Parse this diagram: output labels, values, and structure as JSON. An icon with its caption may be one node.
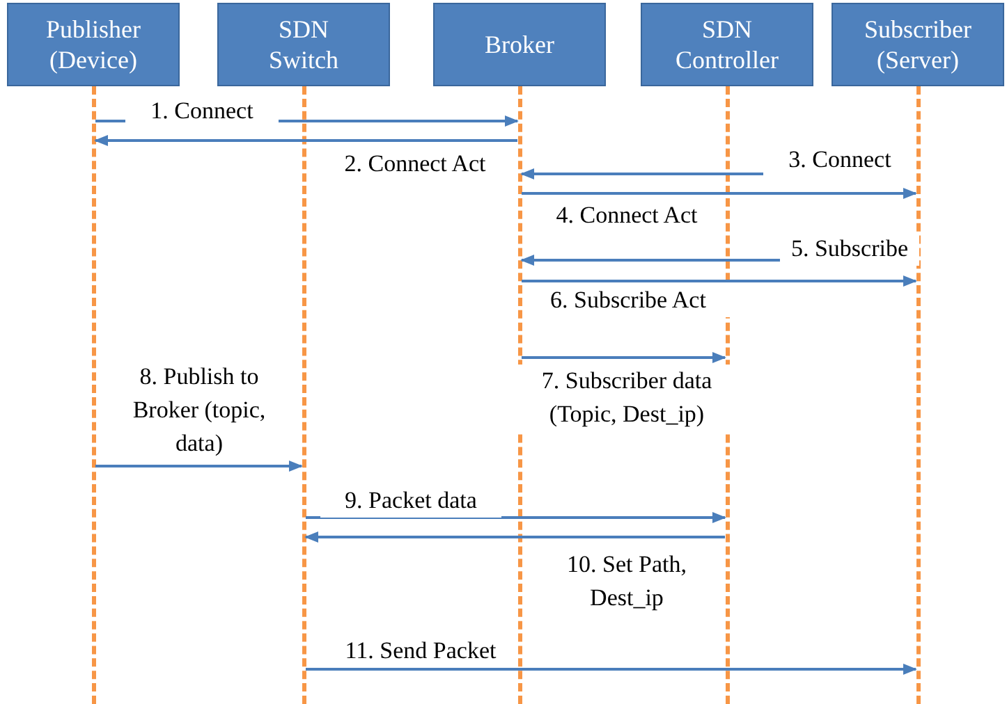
{
  "diagram": {
    "nodes": [
      {
        "text": [
          "Publisher (Device)"
        ]
      },
      {
        "text": [
          "SDN Switch"
        ]
      },
      {
        "text": [
          "Broker"
        ]
      },
      {
        "text": [
          "SDN Controller"
        ]
      },
      {
        "text": [
          "Subscriber (Server)"
        ]
      },
      {
        "text": [],
        "shape": "bar"
      },
      {
        "text": [],
        "shape": "bar"
      },
      {
        "text": [],
        "shape": "bar"
      },
      {
        "text": [],
        "shape": "bar"
      },
      {
        "text": [],
        "shape": "bar"
      }
    ],
    "edges": [
      {
        "from": 5,
        "to": 7,
        "arrow": "to",
        "label": "1. Connect"
      },
      {
        "from": 7,
        "to": 5,
        "arrow": "to",
        "label": "2. Connect Act"
      },
      {
        "from": 9,
        "to": 7,
        "arrow": "to",
        "label": "3. Connect"
      },
      {
        "from": 7,
        "to": 9,
        "arrow": "to",
        "label": "4. Connect Act"
      },
      {
        "from": 9,
        "to": 7,
        "arrow": "to",
        "label": "5. Subscribe"
      },
      {
        "from": 7,
        "to": 9,
        "arrow": "to",
        "label": "6. Subscribe Act"
      },
      {
        "from": 7,
        "to": 8,
        "arrow": "to",
        "label": "7. Subscriber data (Topic, Dest_ip)"
      },
      {
        "from": 5,
        "to": 6,
        "arrow": "to",
        "label": "8. Publish to Broker (topic, data)"
      },
      {
        "from": 6,
        "to": 8,
        "arrow": "to",
        "label": "9. Packet data"
      },
      {
        "from": 8,
        "to": 6,
        "arrow": "to",
        "label": "10. Set Path, Dest_ip"
      },
      {
        "from": 6,
        "to": 9,
        "arrow": "to",
        "label": "11. Send Packet"
      }
    ]
  }
}
